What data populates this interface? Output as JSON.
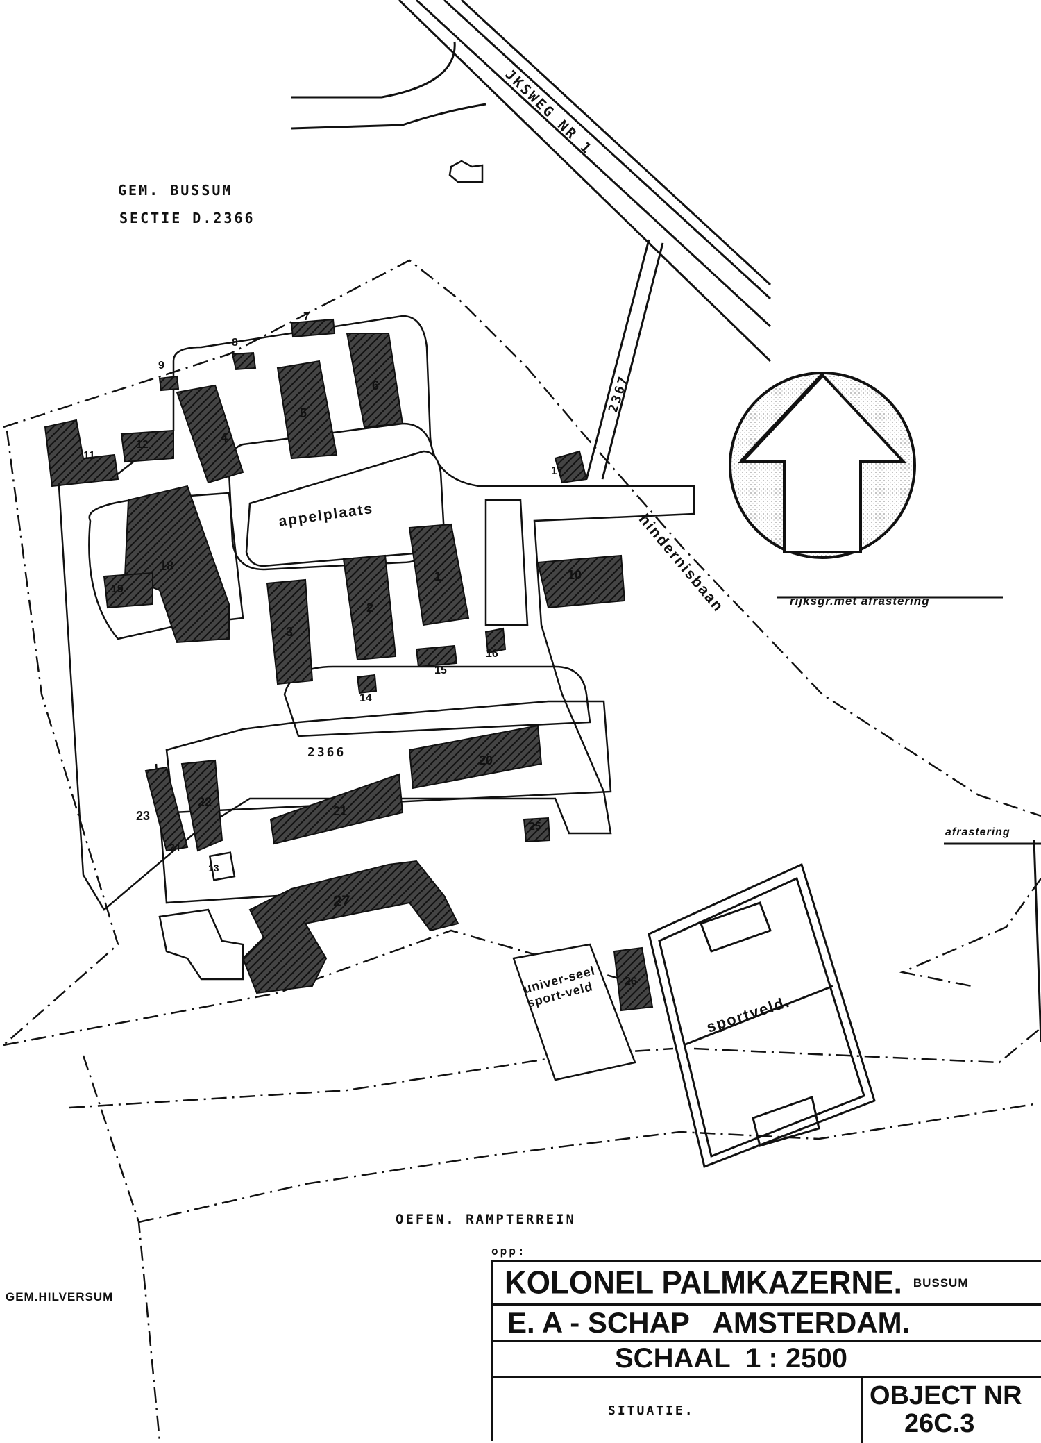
{
  "labels": {
    "municipality_top": "GEM. BUSSUM",
    "section": "SECTIE D.2366",
    "road": "JKSWEG NR 1",
    "parcel_road": "2367",
    "parcel_main": "2366",
    "parade_ground": "appelplaats",
    "obstacle_course": "hindernisbaan",
    "border_fence": "rijksgr.met afrastering",
    "fence": "afrastering",
    "sports_field": "sportveld.",
    "universal_field": "univer-seel sport-veld",
    "training_ground": "OEFEN. RAMPTERREIN",
    "municipality_bottom": "GEM.HILVERSUM",
    "opp": "opp:"
  },
  "building_numbers": [
    "1",
    "2",
    "3",
    "4",
    "5",
    "6",
    "7",
    "8",
    "9",
    "10",
    "11",
    "12",
    "13",
    "14",
    "15",
    "16",
    "17",
    "18",
    "19",
    "20",
    "21",
    "22",
    "23",
    "24",
    "25",
    "26",
    "27"
  ],
  "title_block": {
    "name": "KOLONEL PALMKAZERNE.",
    "place": "BUSSUM",
    "owner": "E. A - SCHAP   AMSTERDAM.",
    "scale": "SCHAAL  1 : 2500",
    "drawing": "SITUATIE.",
    "object_label": "OBJECT NR",
    "object_number": "26C.3"
  },
  "colors": {
    "ink": "#111111",
    "hatch": "#2a2a2a",
    "paper": "#ffffff",
    "stipple": "#bbbbbb"
  },
  "icons": {
    "north_arrow": "north-arrow-icon"
  }
}
